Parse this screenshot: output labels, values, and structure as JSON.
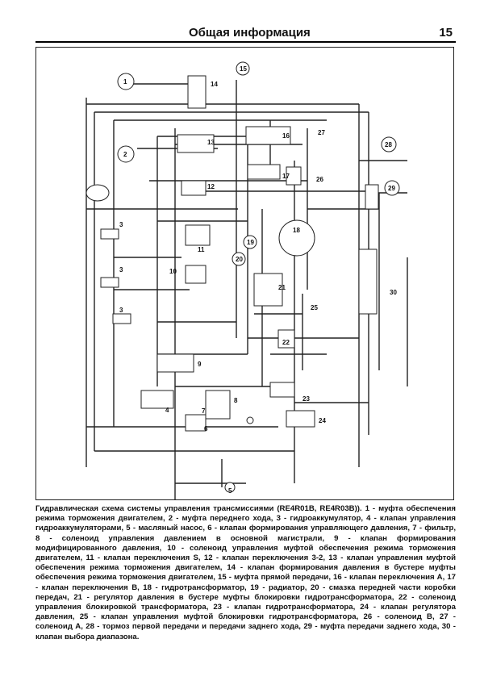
{
  "header": {
    "title": "Общая информация",
    "page_number": "15"
  },
  "diagram": {
    "labels": [
      "1",
      "2",
      "3",
      "3",
      "3",
      "4",
      "5",
      "6",
      "7",
      "8",
      "9",
      "10",
      "11",
      "12",
      "13",
      "14",
      "15",
      "16",
      "17",
      "18",
      "19",
      "20",
      "21",
      "22",
      "23",
      "24",
      "25",
      "26",
      "27",
      "28",
      "29",
      "30"
    ]
  },
  "caption": "Гидравлическая схема системы управления трансмиссиями (RE4R01B, RE4R03B)). 1 - муфта обеспечения режима торможения двигателем, 2 - муфта переднего хода, 3 - гидроаккумулятор, 4 - клапан управления гидроаккумуляторами, 5 - масляный насос, 6 - клапан формирования управляющего давления, 7 - фильтр, 8 - соленоид управления давлением в основной магистрали, 9 - клапан формирования модифицированного давления, 10 - соленоид управления муфтой обеспечения режима торможения двигателем, 11 - клапан переключения S, 12 - клапан переключения 3-2, 13 - клапан управления муфтой обеспечения режима торможения двигателем, 14 - клапан формирования давления в бустере муфты обеспечения режима торможения двигателем, 15 - муфта прямой передачи, 16 - клапан переключения A, 17 - клапан переключения B, 18 - гидротрансформатор, 19 - радиатор, 20 - смазка передней части коробки передач, 21 - регулятор давления в бустере муфты блокировки гидротрансформатора, 22 - соленоид управления блокировкой трансформатора, 23 - клапан гидротрансформатора, 24 - клапан регулятора давления, 25 - клапан управления муфтой блокировки гидротрансформатора, 26 - соленоид B, 27 - соленоид A, 28 - тормоз первой передачи и передачи заднего хода, 29 - муфта передачи заднего хода, 30 - клапан выбора диапазона."
}
